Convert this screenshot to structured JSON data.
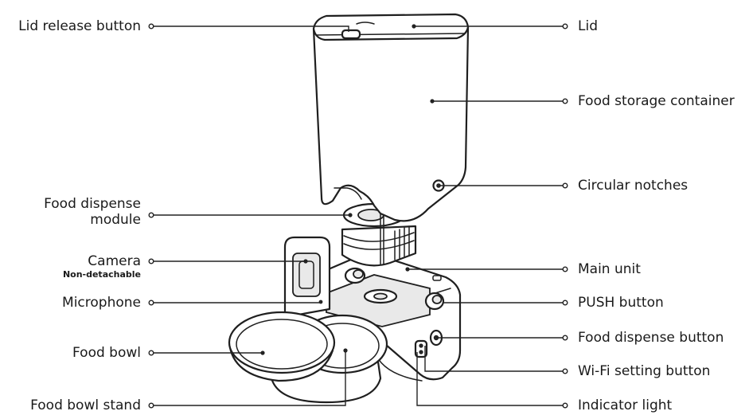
{
  "labels": {
    "lid_release_button": "Lid release button",
    "food_dispense_module_line1": "Food dispense",
    "food_dispense_module_line2": "module",
    "camera": "Camera",
    "camera_note": "Non-detachable",
    "microphone": "Microphone",
    "food_bowl": "Food bowl",
    "food_bowl_stand": "Food bowl stand",
    "lid": "Lid",
    "food_storage_container": "Food storage container",
    "circular_notches": "Circular notches",
    "main_unit": "Main unit",
    "push_button": "PUSH button",
    "food_dispense_button": "Food dispense button",
    "wifi_setting_button": "Wi-Fi setting button",
    "indicator_light": "Indicator light"
  },
  "colors": {
    "line": "#1f1f1f",
    "text": "#1a1a1a",
    "background": "#ffffff"
  }
}
